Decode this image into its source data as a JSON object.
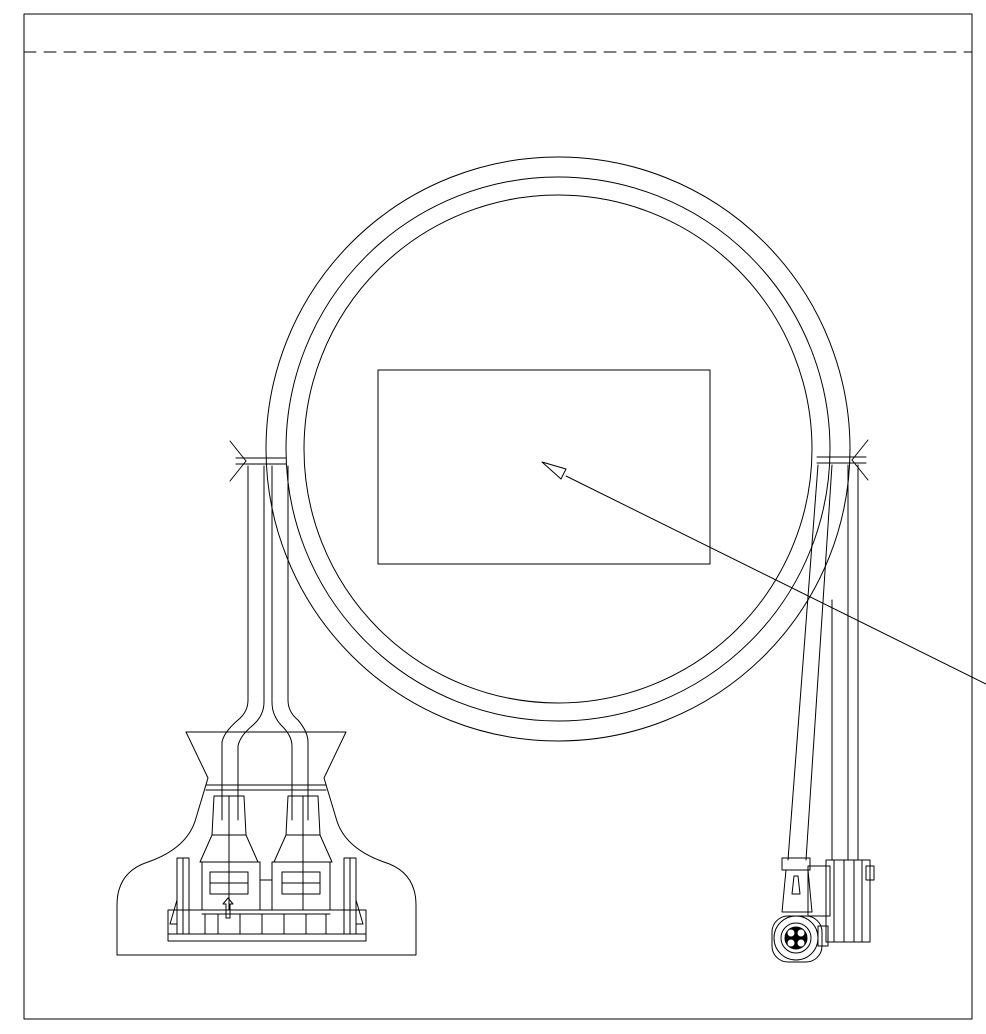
{
  "title": "",
  "colors": {
    "paper": "#ffffff",
    "line": "#000000",
    "fill": "#ffffff"
  },
  "label_placeholder": {
    "text": ""
  },
  "icons": [
    "cable-loop",
    "cable-tie-left",
    "cable-tie-right",
    "twin-connector-housing",
    "right-angle-connector",
    "leader-arrow"
  ]
}
